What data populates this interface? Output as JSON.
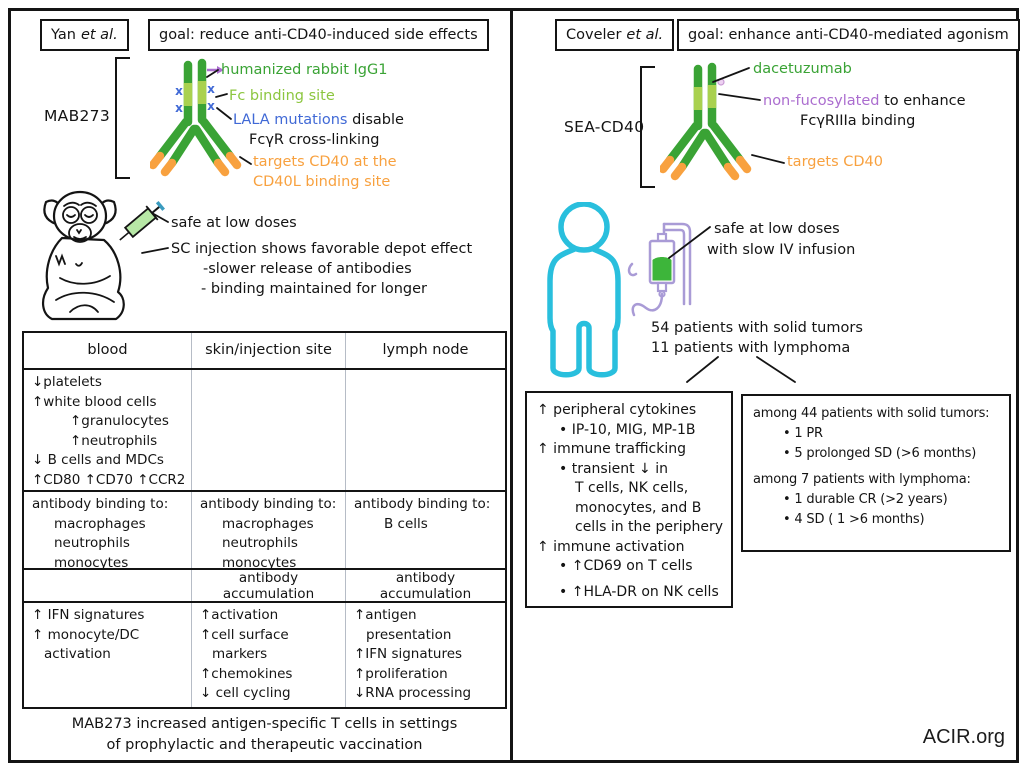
{
  "brand": "ACIR.org",
  "colors": {
    "ink": "#141414",
    "antibody_green": "#3aa335",
    "fc_light_green": "#a9d14f",
    "lala_blue": "#4069d6",
    "cd40_orange": "#f8a13f",
    "fucose_purple": "#ab6dcf",
    "person_cyan": "#29bfdd",
    "iv_purple": "#a99bd6",
    "fluid_green": "#3db53a"
  },
  "left": {
    "authors_name": "Yan",
    "authors_etal": "et al.",
    "goal": "goal: reduce anti-CD40-induced side effects",
    "molecule": "MAB273",
    "antibody": {
      "iso": "humanized rabbit IgG1",
      "fc": "Fc binding site",
      "lala": "LALA mutations",
      "lala_rest": " disable",
      "lala_line2": "FcγR cross-linking",
      "target1": "targets CD40 at the",
      "target2": "CD40L binding site"
    },
    "notes": {
      "safe": "safe at low doses",
      "sc": "SC injection shows favorable depot effect",
      "sc_sub1": "-slower release of antibodies",
      "sc_sub2": "- binding maintained for longer"
    },
    "table": {
      "headers": [
        "blood",
        "skin/injection site",
        "lymph node"
      ],
      "r1_blood": [
        "↓platelets",
        "↑white blood cells",
        "↑granulocytes",
        "↑neutrophils",
        "↓ B cells and MDCs",
        "↑CD80 ↑CD70 ↑CCR2"
      ],
      "r2_blood": [
        "antibody binding to:",
        "macrophages",
        "neutrophils",
        "monocytes"
      ],
      "r2_skin": [
        "antibody binding to:",
        "macrophages",
        "neutrophils",
        "monocytes"
      ],
      "r2_lymph": [
        "antibody binding to:",
        "B cells"
      ],
      "r3_skin": [
        "antibody",
        "accumulation"
      ],
      "r3_lymph": [
        "antibody",
        "accumulation"
      ],
      "r4_blood": [
        "↑ IFN signatures",
        "↑ monocyte/DC",
        "activation"
      ],
      "r4_skin": [
        "↑activation",
        "↑cell surface",
        "markers",
        "↑chemokines",
        "↓ cell cycling"
      ],
      "r4_lymph": [
        "↑antigen",
        "presentation",
        "↑IFN signatures",
        "↑proliferation",
        "↓RNA processing"
      ]
    },
    "footer1": "MAB273  increased  antigen-specific T cells in settings",
    "footer2": "of prophylactic and therapeutic vaccination"
  },
  "right": {
    "authors_name": "Coveler",
    "authors_etal": "et al.",
    "goal": "goal: enhance anti-CD40-mediated agonism",
    "molecule": "SEA-CD40",
    "antibody": {
      "name": "dacetuzumab",
      "fuc": "non-fucosylated",
      "fuc_rest": " to enhance",
      "fuc_line2": "FcγRIIIa binding",
      "target": "targets CD40"
    },
    "notes": {
      "safe1": "safe at low doses",
      "safe2": "with slow IV infusion",
      "cohort1": "54 patients with solid tumors",
      "cohort2": "11 patients with lymphoma"
    },
    "immune_box": [
      "↑ peripheral cytokines",
      "• IP-10, MIG, MP-1B",
      "↑ immune trafficking",
      "• transient ↓ in",
      "T cells, NK cells,",
      "monocytes, and B",
      "cells in the periphery",
      "↑ immune activation",
      "• ↑CD69 on T cells",
      "• ↑HLA-DR on NK cells"
    ],
    "outcome_box": [
      "among 44 patients with solid tumors:",
      "• 1 PR",
      "• 5 prolonged SD (>6 months)",
      "among 7 patients with lymphoma:",
      "• 1 durable CR  (>2 years)",
      "• 4 SD ( 1 >6 months)"
    ]
  }
}
